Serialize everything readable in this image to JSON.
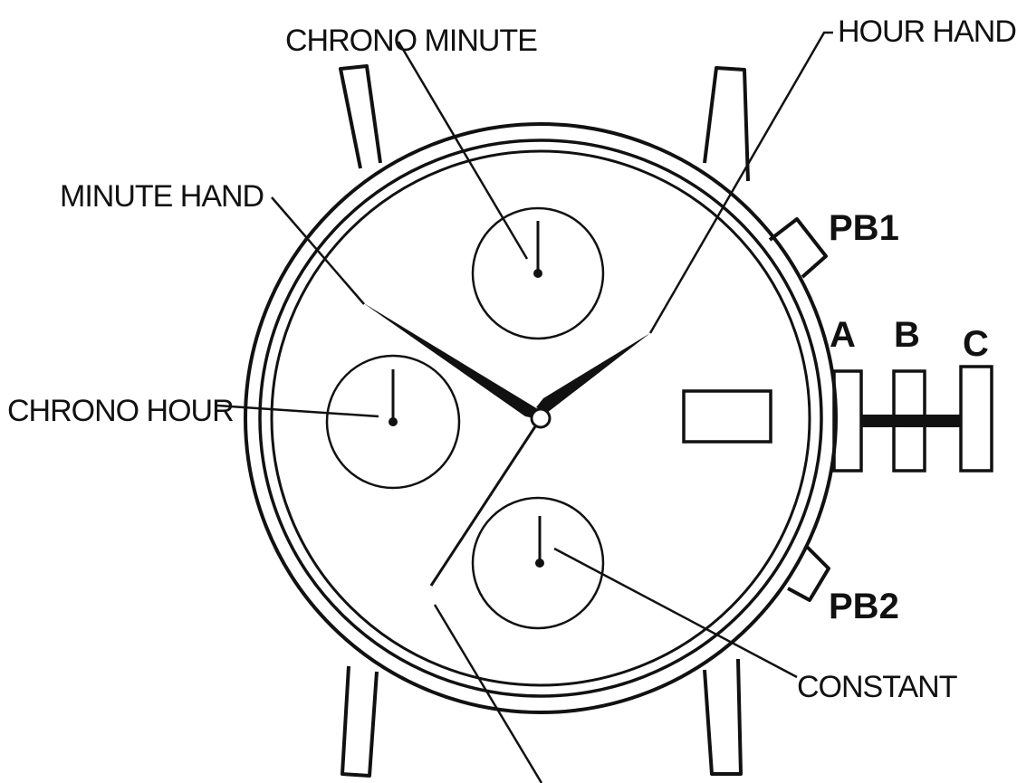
{
  "labels": {
    "chrono_minute": "CHRONO MINUTE",
    "hour_hand": "HOUR HAND",
    "minute_hand": "MINUTE HAND",
    "chrono_hour": "CHRONO HOUR",
    "constant": "CONSTANT",
    "pb1": "PB1",
    "pb2": "PB2",
    "crown_a": "A",
    "crown_b": "B",
    "crown_c": "C"
  }
}
